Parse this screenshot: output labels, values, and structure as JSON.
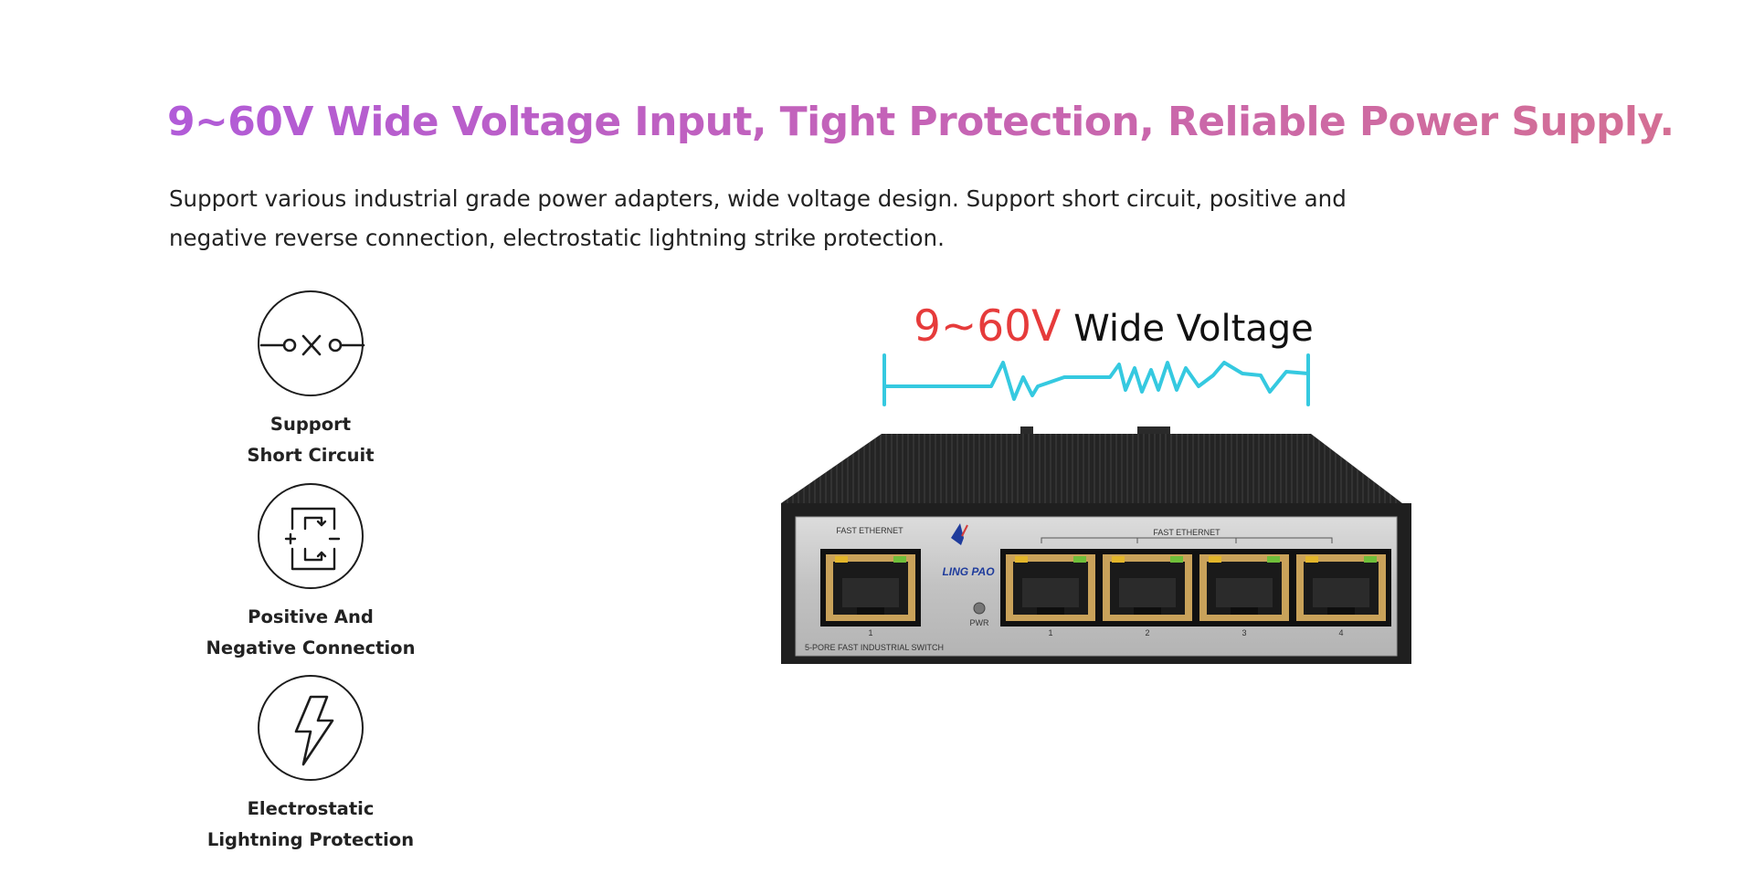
{
  "headline": {
    "text": "9~60V Wide Voltage Input, Tight Protection, Reliable Power Supply.",
    "gradient": [
      "#b15bd8",
      "#d46f94"
    ]
  },
  "description": {
    "line1": "Support various industrial grade power adapters, wide voltage design. Support short circuit, positive and",
    "line2": "negative reverse connection, electrostatic lightning strike protection."
  },
  "features": [
    {
      "icon": "short-circuit-icon",
      "line1": "Support",
      "line2": "Short Circuit"
    },
    {
      "icon": "polarity-icon",
      "line1": "Positive And",
      "line2": "Negative Connection"
    },
    {
      "icon": "lightning-icon",
      "line1": "Electrostatic",
      "line2": "Lightning Protection"
    }
  ],
  "voltage": {
    "value": "9~60V",
    "label": "Wide  Voltage",
    "value_color": "#e63b3b",
    "wave_color": "#35c9e0"
  },
  "device": {
    "brand": "LING PAO",
    "left_group_label": "FAST ETHERNET",
    "right_group_label": "FAST ETHERNET",
    "uplink_port": "1",
    "pwr_label": "PWR",
    "ports": [
      "1",
      "2",
      "3",
      "4"
    ],
    "model_label": "5-PORE FAST INDUSTRIAL SWITCH"
  }
}
